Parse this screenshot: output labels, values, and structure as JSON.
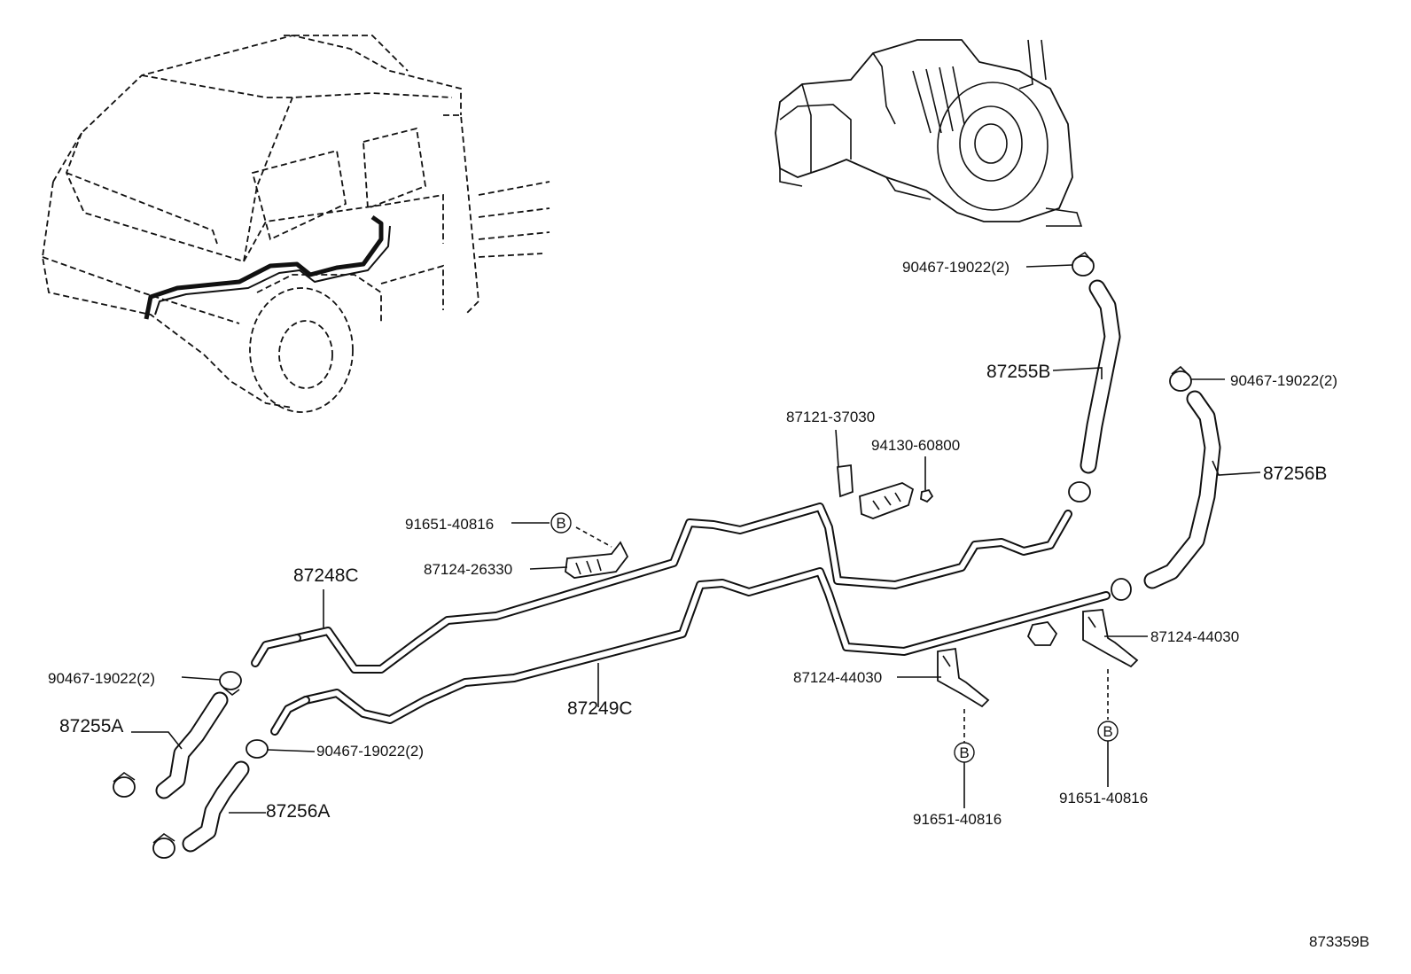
{
  "diagram_id": "873359B",
  "callouts": {
    "clip_top_1": "90467-19022(2)",
    "clip_top_2": "90467-19022(2)",
    "hose_87255B": "87255B",
    "hose_87256B": "87256B",
    "bracket_37030": "87121-37030",
    "nut_60800": "94130-60800",
    "bolt_upper": "91651-40816",
    "clamp_26330": "87124-26330",
    "pipe_87248C": "87248C",
    "pipe_87249C": "87249C",
    "clip_left_1": "90467-19022(2)",
    "hose_87255A": "87255A",
    "clip_left_2": "90467-19022(2)",
    "hose_87256A": "87256A",
    "clamp_44030_mid": "87124-44030",
    "clamp_44030_right": "87124-44030",
    "bolt_mid": "91651-40816",
    "bolt_right": "91651-40816",
    "ref_mark": "B"
  }
}
